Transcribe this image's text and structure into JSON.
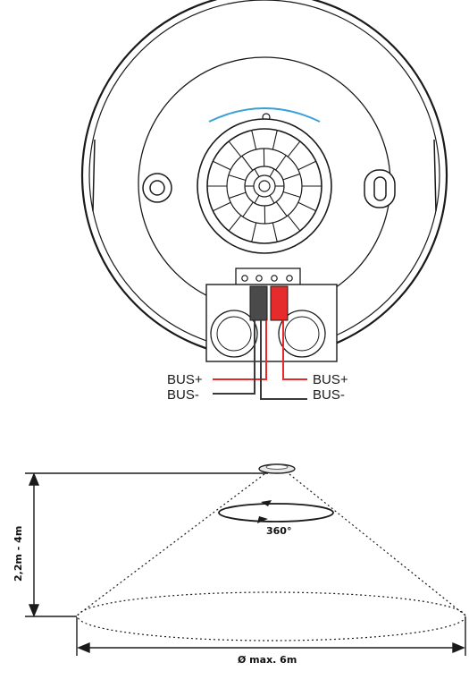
{
  "labels": {
    "bus_plus_left": "BUS+",
    "bus_minus_left": "BUS-",
    "bus_plus_right": "BUS+",
    "bus_minus_right": "BUS-",
    "height_range": "2,2m - 4m",
    "rotation": "360°",
    "diameter": "Ø max. 6m"
  },
  "colors": {
    "outline": "#1a1a1a",
    "wire_red": "#e8282b",
    "wire_dark": "#3a3a3a",
    "terminal_red": "#e52b2b",
    "terminal_dark": "#4a4a4a",
    "led_arc": "#3aa0d8"
  },
  "icons": {
    "sensor_top_view": "pir-sensor-top-icon",
    "sensor_side_view": "pir-sensor-side-icon",
    "rotation_arrow": "rotation-arrow-icon"
  }
}
